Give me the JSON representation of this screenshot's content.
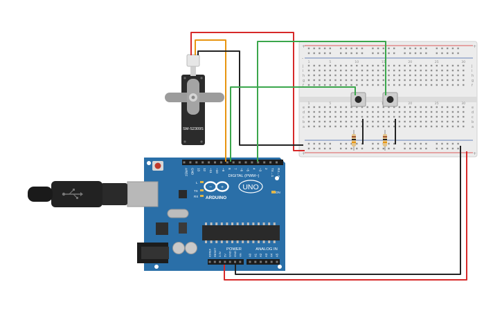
{
  "colors": {
    "board": "#2a6fa8",
    "board_dark": "#1f5886",
    "wire_red": "#d62828",
    "wire_black": "#222222",
    "wire_orange": "#e8940f",
    "wire_green": "#3aa64b",
    "breadboard": "#e9e9e9",
    "servo_body": "#2b2b2b"
  },
  "servo": {
    "label": "SM-S2309S"
  },
  "arduino": {
    "brand": "ARDUINO",
    "model": "UNO",
    "on_label": "ON",
    "digital_header": "DIGITAL (PWM~)",
    "power_header": "POWER",
    "analog_header": "ANALOG IN",
    "led_labels": [
      "L",
      "TX",
      "RX"
    ],
    "digital_pins": [
      "AREF",
      "GND",
      "13",
      "12",
      "~11",
      "~10",
      "~9",
      "8",
      "7",
      "~6",
      "~5",
      "4",
      "~3",
      "2",
      "TX→1",
      "RX←0"
    ],
    "power_pins": [
      "IOREF",
      "RESET",
      "3.3V",
      "5V",
      "GND",
      "GND",
      "Vin"
    ],
    "analog_pins": [
      "A0",
      "A1",
      "A2",
      "A3",
      "A4",
      "A5"
    ]
  },
  "breadboard": {
    "row_letters_top": [
      "j",
      "i",
      "h",
      "g",
      "f"
    ],
    "row_letters_bottom": [
      "e",
      "d",
      "c",
      "b",
      "a"
    ],
    "rail_plus": "+",
    "rail_minus": "-",
    "column_numbers": [
      "1",
      "5",
      "10",
      "15",
      "20",
      "25",
      "30"
    ]
  },
  "icons": {
    "usb": "usb-icon",
    "reset": "reset-button-icon",
    "infinity": "arduino-logo-icon"
  }
}
